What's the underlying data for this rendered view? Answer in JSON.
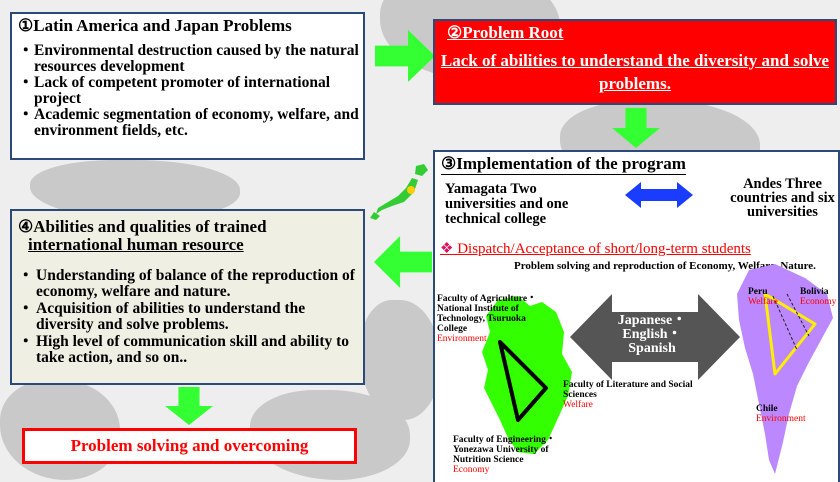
{
  "box1": {
    "title": "①Latin America and Japan Problems",
    "items": [
      "Environmental destruction caused by the  natural resources development",
      "Lack of competent promoter of international project",
      "Academic segmentation of economy, welfare, and environment fields, etc."
    ]
  },
  "box2": {
    "title": "②Problem Root",
    "body": "Lack of abilities to understand the diversity and solve problems."
  },
  "box3": {
    "title": "③Implementation of the program",
    "yamagata": "Yamagata Two universities and one technical college",
    "andes": "Andes Three countries and six universities",
    "dispatch_icon": "❖",
    "dispatch": "Dispatch/Acceptance of short/long-term students",
    "problem_solving": "Problem solving and reproduction of Economy, Welfare, Nature.",
    "languages": "Japanese・English・Spanish",
    "agriculture": "Faculty  of Agriculture・National Institute of Technology, Tsuruoka College",
    "agriculture_field": "Environment",
    "literature": "Faculty of Literature and Social Sciences",
    "literature_field": "Welfare",
    "engineering": "Faculty of Engineering・Yonezawa University of Nutrition Science",
    "engineering_field": "Economy",
    "peru": "Peru",
    "peru_field": "Welfare",
    "bolivia": "Bolivia",
    "bolivia_field": "Economy",
    "chile": "Chile",
    "chile_field": "Environment"
  },
  "box4": {
    "title_line1": "④Abilities and qualities of trained",
    "title_line2": "international human resource",
    "items": [
      "Understanding of balance of the reproduction of economy, welfare and nature.",
      "Acquisition of  abilities to understand the diversity and solve problems.",
      "High level of communication skill and ability to take action, and so on.."
    ]
  },
  "box5": {
    "text": "Problem solving and overcoming"
  },
  "colors": {
    "arrow_green": "#33ff33",
    "root_red": "#ff0000",
    "yamagata_green": "#33ff00",
    "andes_purple": "#bb88ff",
    "double_arrow_blue": "#1a3cff"
  }
}
